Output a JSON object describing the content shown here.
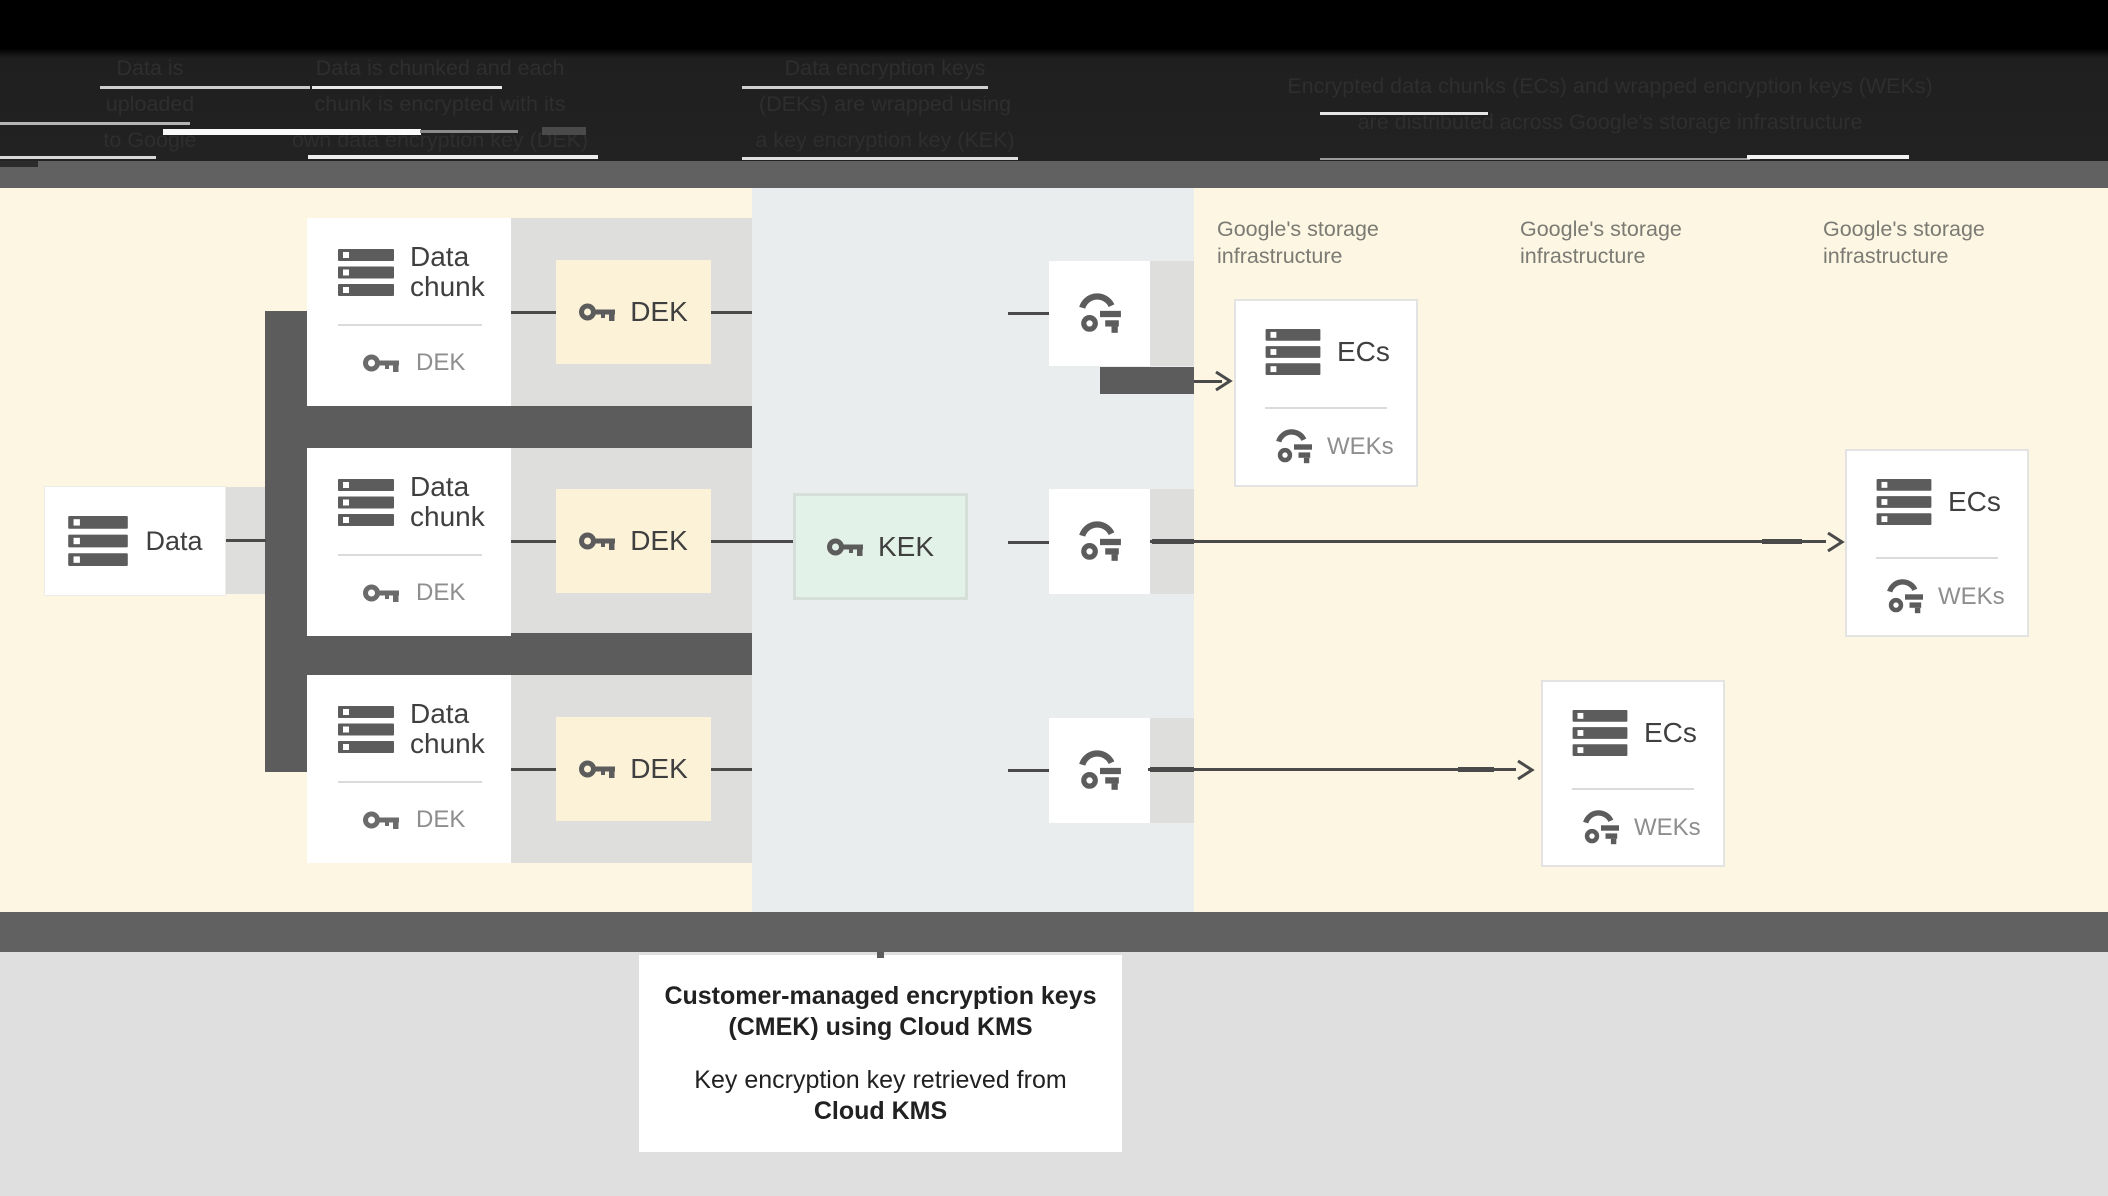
{
  "header": {
    "steps": [
      {
        "lines": [
          "Data is",
          "uploaded",
          "to Google"
        ]
      },
      {
        "lines": [
          "Data is chunked and each",
          "chunk is encrypted with its",
          "own data encryption key (DEK)"
        ]
      },
      {
        "lines": [
          "Data encryption keys",
          "(DEKs) are wrapped using",
          "a key encryption key (KEK)"
        ]
      },
      {
        "lines": [
          "Encrypted data chunks (ECs) and wrapped encryption keys (WEKs)",
          "are distributed across Google's storage infrastructure"
        ]
      }
    ]
  },
  "diagram": {
    "data_label": "Data",
    "chunk_label": "Data chunk",
    "dek_label": "DEK",
    "kek_label": "KEK",
    "ecs_label": "ECs",
    "weks_label": "WEKs",
    "storage_infra": {
      "line1": "Google's storage",
      "line2": "infrastructure"
    }
  },
  "caption": {
    "title_line1": "Customer-managed encryption keys",
    "title_line2": "(CMEK) using Cloud KMS",
    "body_line1": "Key encryption key retrieved from",
    "body_line2": "Cloud KMS"
  },
  "colors": {
    "cream_background": "#FCF6E3",
    "kms_panel": "#E9EDED",
    "dek_box_fill": "#FBF2D7",
    "kek_box_fill": "#E3F2E9",
    "gray_band": "#DEDEDD",
    "dark_pipe": "#5C5C5C",
    "section_bar": "#616161",
    "line": "#4A4A4A",
    "label_dark": "#3F3F3F",
    "label_gray": "#8E8E8E",
    "infra_label_gray": "#7B7B74",
    "header_background": "#0A0A0A",
    "header_text": "#2E2E2E"
  }
}
